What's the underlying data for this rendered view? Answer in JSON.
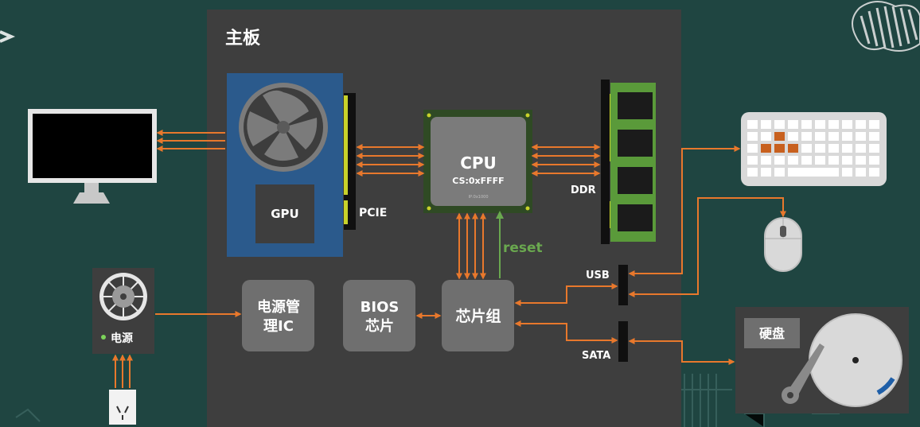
{
  "colors": {
    "background": "#1f4541",
    "board": "#3e3e3e",
    "block": "#6f6f6f",
    "wire": "#e8782c",
    "reset": "#6aa84f",
    "gpu_card": "#2b5a8c",
    "ram": "#5a9a3a",
    "yellow_pin": "#c8d22a"
  },
  "motherboard": {
    "title": "主板"
  },
  "gpu": {
    "label": "GPU",
    "slot_label": "PCIE",
    "icon": "fan-icon"
  },
  "cpu": {
    "title": "CPU",
    "register": "CS:0xFFFF",
    "small_text": "IP:0x1000"
  },
  "ddr": {
    "label": "DDR"
  },
  "reset": {
    "label": "reset"
  },
  "power_ic": {
    "line1": "电源管",
    "line2": "理IC"
  },
  "bios": {
    "line1": "BIOS",
    "line2": "芯片"
  },
  "chipset": {
    "label": "芯片组"
  },
  "usb": {
    "label": "USB"
  },
  "sata": {
    "label": "SATA"
  },
  "psu": {
    "label": "电源",
    "icon": "fan-icon"
  },
  "disk": {
    "label": "硬盘",
    "icon": "hard-disk-icon"
  },
  "peripherals": {
    "monitor": "monitor-icon",
    "keyboard": "keyboard-icon",
    "mouse": "mouse-icon",
    "outlet": "power-outlet-icon"
  }
}
